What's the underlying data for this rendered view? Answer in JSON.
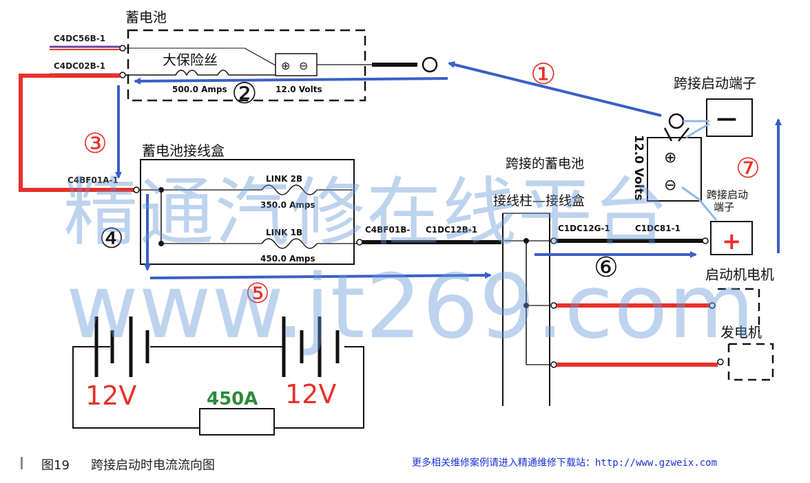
{
  "labels": {
    "battery": "蓄电池",
    "big_fuse": "大保险丝",
    "wire_top": "C4DC56B-1",
    "wire_main": "C4DC02B-1",
    "fuse_amps": "500.0 Amps",
    "battery_volts": "12.0 Volts",
    "jump_terminal": "跨接启动端子",
    "jump_volts": "12.0 Volts",
    "junction_box": "蓄电池接线盒",
    "wire_c4bf01a": "C4BF01A-1",
    "link2b": "LINK 2B",
    "link2b_amps": "350.0 Amps",
    "link1b": "LINK 1B",
    "link1b_amps": "450.0 Amps",
    "jump_battery": "跨接的蓄电池",
    "terminal_box": "接线柱—接线盒",
    "wire_c4bf01b": "C4BF01B-",
    "wire_c1dc12b": "C1DC12B-1",
    "wire_c1dc12g": "C1DC12G-1",
    "wire_c1dc81": "C1DC81-1",
    "jump_terminal_small_1": "跨接启动",
    "jump_terminal_small_2": "端子",
    "starter": "启动机电机",
    "generator": "发电机",
    "v12_left": "12V",
    "v12_right": "12V",
    "fuse_450a": "450A",
    "minus": "—",
    "plus": "+",
    "step1": "①",
    "step2": "②",
    "step3": "③",
    "step4": "④",
    "step5": "⑤",
    "step6": "⑥",
    "step7": "⑦"
  },
  "watermark": {
    "line1": "精通汽修在线平台",
    "line2": "www.jt269.com"
  },
  "caption": {
    "fig": "图19",
    "title": "跨接启动时电流流向图",
    "right": "更多相关维修案例请进入精通维修下载站：http://www.gzweix.com"
  },
  "colors": {
    "flow_arrow": "#3a5fc8",
    "red_wire": "#e8302a",
    "black_wire": "#111111",
    "step_red": "#e8302a",
    "voltage_red": "#e8302a",
    "fuse_green": "#2d8a3a",
    "purple_wire": "#6b3f9e"
  }
}
